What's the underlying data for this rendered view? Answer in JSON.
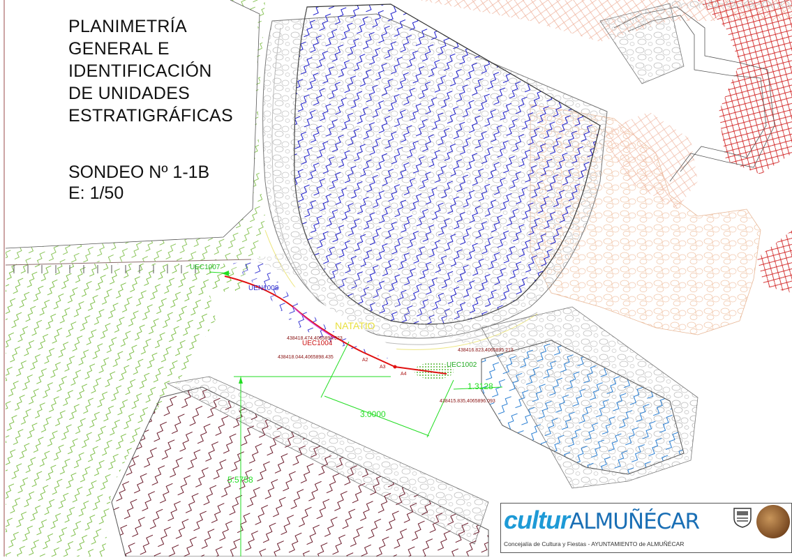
{
  "title": {
    "lines": [
      "PLANIMETRÍA",
      "GENERAL E",
      "IDENTIFICACIÓN",
      "DE UNIDADES",
      "ESTRATIGRÁFICAS"
    ]
  },
  "sondeo": {
    "line1": "SONDEO Nº 1-1B",
    "line2": "E: 1/50"
  },
  "labels": {
    "uec1007": "UEC1007",
    "uen1008": "UEN1008",
    "uec1004": "UEC1004",
    "uec1002": "UEC1002",
    "natatio": "NATATIO",
    "coord1": "438418.474,4065896.923",
    "coord2": "438418.044,4065898.435",
    "coord3": "438416.823,4065895.213",
    "coord4": "438415.835,4065896.093",
    "a3": "A3",
    "a4": "A4",
    "a2": "A2",
    "dim_width": "3.0000",
    "dim_small": "1.3128",
    "dim_height": "5.5758"
  },
  "logo": {
    "cultur": "cultur",
    "almunecar": "ALMUÑÉCAR",
    "subtitle": "Concejalía de Cultura y Fiestas - AYUNTAMIENTO de ALMUÑÉCAR"
  },
  "colors": {
    "blue_hatch": "#1a1acc",
    "red_hatch": "#d42020",
    "green_hatch": "#7fbf4a",
    "maroon_hatch": "#6a1a2a",
    "sky_hatch": "#2a7fd4",
    "dim_green": "#22dd22",
    "section_red": "#e01010",
    "coord_text": "#8a1414"
  }
}
